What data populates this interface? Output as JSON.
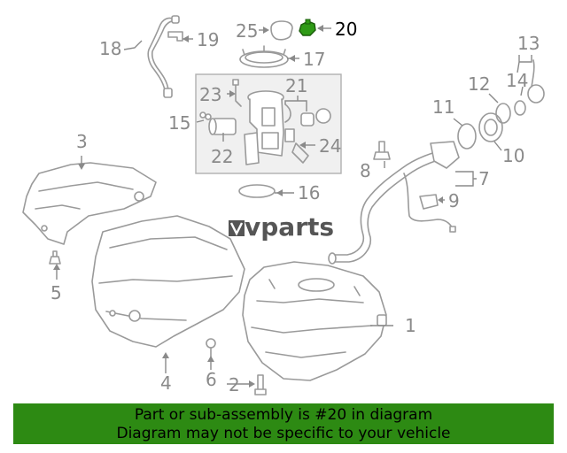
{
  "callouts": {
    "c1": "1",
    "c2": "2",
    "c3": "3",
    "c4": "4",
    "c5": "5",
    "c6": "6",
    "c7": "7",
    "c8": "8",
    "c9": "9",
    "c10": "10",
    "c11": "11",
    "c12": "12",
    "c13": "13",
    "c14": "14",
    "c15": "15",
    "c16": "16",
    "c17": "17",
    "c18": "18",
    "c19": "19",
    "c20": "20",
    "c21": "21",
    "c22": "22",
    "c23": "23",
    "c24": "24",
    "c25": "25"
  },
  "highlighted_part": "20",
  "watermark": "vparts",
  "banner": {
    "line1": "Part or sub-assembly is #20 in diagram",
    "line2": "Diagram may not be specific to your vehicle"
  },
  "colors": {
    "banner_bg": "#2d8a13",
    "highlight_part": "#2f9a16",
    "line_gray": "#9a9a9a"
  }
}
